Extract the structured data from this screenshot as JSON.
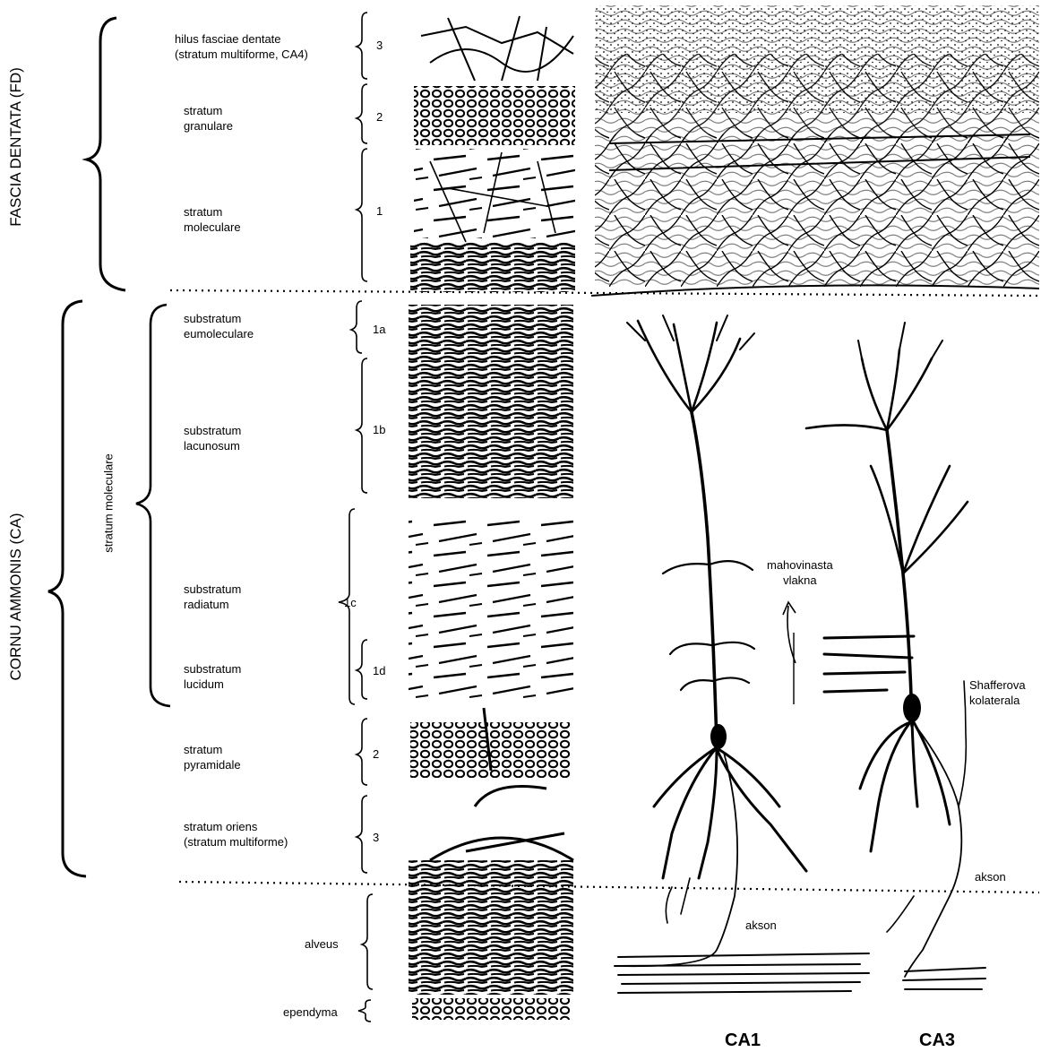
{
  "section_fd": "FASCIA DENTATA (FD)",
  "section_ca": "CORNU AMMONIS (CA)",
  "group_molecular": "stratum moleculare",
  "fd_layers": [
    {
      "label": "hilus fasciae dentate\n(stratum multiforme, CA4)",
      "number": "3"
    },
    {
      "label": "stratum\ngranulare",
      "number": "2"
    },
    {
      "label": "stratum\nmoleculare",
      "number": "1"
    }
  ],
  "ca_layers": [
    {
      "label": "substratum\neumoleculare",
      "number": "1a"
    },
    {
      "label": "substratum\nlacunosum",
      "number": "1b"
    },
    {
      "label": "substratum\nradiatum",
      "number": "1c"
    },
    {
      "label": "substratum\nlucidum",
      "number": "1d"
    },
    {
      "label": "stratum\npyramidale",
      "number": "2"
    },
    {
      "label": "stratum oriens\n(stratum multiforme)",
      "number": "3"
    }
  ],
  "alveus": "alveus",
  "ependyma": "ependyma",
  "annotations": {
    "mossy_fibers": "mahovinasta\nvlakna",
    "schaffer": "Shafferova\nkolaterala",
    "axon": "akson"
  },
  "cells": {
    "ca1": "CA1",
    "ca3": "CA3"
  }
}
